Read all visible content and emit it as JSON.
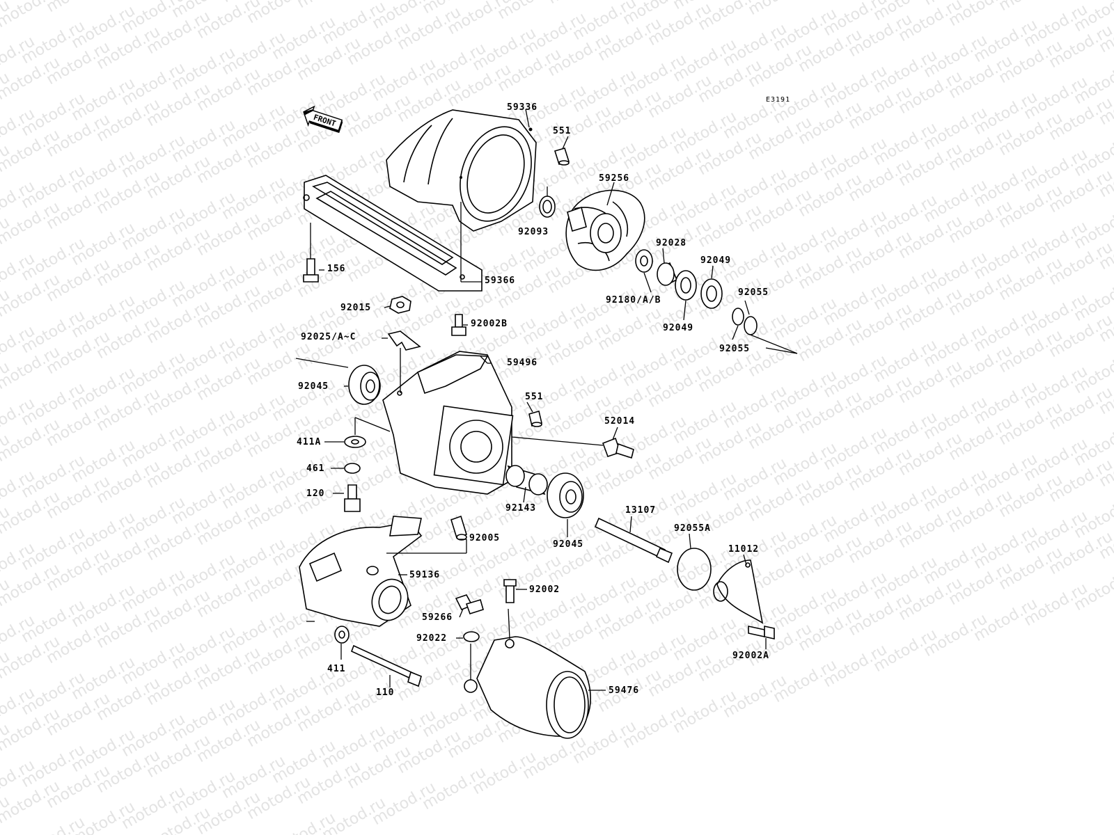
{
  "diagram": {
    "ref_code": "E3191",
    "front_label": "FRONT",
    "watermark_text": "motod.ru",
    "parts": [
      {
        "label": "59336"
      },
      {
        "label": "551"
      },
      {
        "label": "59256"
      },
      {
        "label": "92093"
      },
      {
        "label": "92028"
      },
      {
        "label": "92049"
      },
      {
        "label": "156"
      },
      {
        "label": "59366"
      },
      {
        "label": "92180/A/B"
      },
      {
        "label": "92055"
      },
      {
        "label": "92015"
      },
      {
        "label": "92049"
      },
      {
        "label": "92002B"
      },
      {
        "label": "92055"
      },
      {
        "label": "92025/A~C"
      },
      {
        "label": "59496"
      },
      {
        "label": "92045"
      },
      {
        "label": "551"
      },
      {
        "label": "52014"
      },
      {
        "label": "411A"
      },
      {
        "label": "461"
      },
      {
        "label": "120"
      },
      {
        "label": "92143"
      },
      {
        "label": "13107"
      },
      {
        "label": "92055A"
      },
      {
        "label": "92005"
      },
      {
        "label": "92045"
      },
      {
        "label": "11012"
      },
      {
        "label": "59136"
      },
      {
        "label": "92002"
      },
      {
        "label": "59266"
      },
      {
        "label": "92022"
      },
      {
        "label": "92002A"
      },
      {
        "label": "411"
      },
      {
        "label": "110"
      },
      {
        "label": "59476"
      }
    ]
  }
}
